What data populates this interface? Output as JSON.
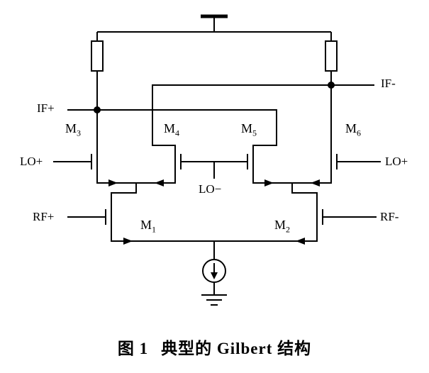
{
  "figure": {
    "caption_label": "图 1",
    "caption_title": "典型的 Gilbert 结构"
  },
  "labels": {
    "if_plus": "IF+",
    "if_minus": "IF-",
    "lo_plus_left": "LO+",
    "lo_plus_right": "LO+",
    "lo_minus": "LO−",
    "rf_plus": "RF+",
    "rf_minus": "RF-"
  },
  "transistors": {
    "m1": {
      "base": "M",
      "sub": "1"
    },
    "m2": {
      "base": "M",
      "sub": "2"
    },
    "m3": {
      "base": "M",
      "sub": "3"
    },
    "m4": {
      "base": "M",
      "sub": "4"
    },
    "m5": {
      "base": "M",
      "sub": "5"
    },
    "m6": {
      "base": "M",
      "sub": "6"
    }
  },
  "colors": {
    "line": "#000000",
    "background": "#ffffff"
  }
}
